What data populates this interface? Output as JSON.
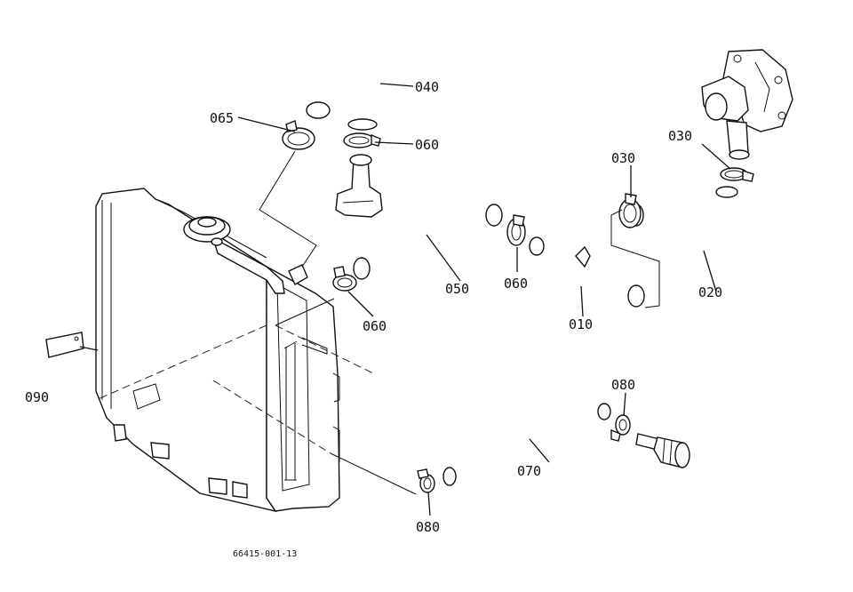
{
  "labels": {
    "p040": "040",
    "p065": "065",
    "p060_top": "060",
    "p030_left": "030",
    "p030_right": "030",
    "p050": "050",
    "p060_mid": "060",
    "p060_left": "060",
    "p010": "010",
    "p020": "020",
    "p090": "090",
    "p080_right": "080",
    "p070": "070",
    "p080_bottom": "080"
  },
  "drawing_code": "66415-001-13",
  "colors": {
    "ink": "#111111",
    "paper": "#ffffff"
  }
}
